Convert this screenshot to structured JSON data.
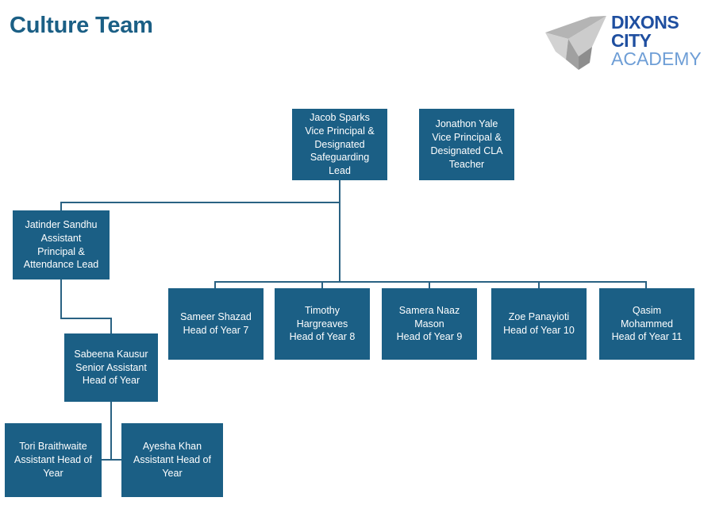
{
  "page": {
    "title": "Culture Team",
    "title_color": "#1b5f85",
    "background_color": "#ffffff"
  },
  "logo": {
    "mark_name": "dixons-city-academy-arrow-mark",
    "line1": "DIXONS",
    "line2": "CITY",
    "line3": "ACADEMY",
    "primary_color": "#1f4fa0",
    "secondary_color": "#6e9ed6",
    "mark_color": "#9a9a9a"
  },
  "chart_data": {
    "type": "org-chart",
    "node_color": "#1b5f85",
    "connector_color": "#2a6283",
    "text_color": "#ffffff",
    "nodes": [
      {
        "id": "jacob-sparks",
        "name": "Jacob Sparks",
        "role": "Vice Principal & Designated Safeguarding Lead",
        "text": "Jacob Sparks\nVice Principal &\nDesignated\nSafeguarding\nLead",
        "level": 1
      },
      {
        "id": "jonathon-yale",
        "name": "Jonathon Yale",
        "role": "Vice Principal & Designated CLA Teacher",
        "text": "Jonathon Yale\nVice Principal &\nDesignated CLA\nTeacher",
        "level": 1
      },
      {
        "id": "jatinder-sandhu",
        "name": "Jatinder Sandhu",
        "role": "Assistant Principal & Attendance Lead",
        "text": "Jatinder Sandhu\nAssistant\nPrincipal &\nAttendance Lead",
        "level": 2,
        "parent": "jacob-sparks"
      },
      {
        "id": "sameer-shazad",
        "name": "Sameer Shazad",
        "role": "Head of Year 7",
        "text": "Sameer Shazad\nHead of Year 7",
        "level": 3,
        "parent": "jacob-sparks"
      },
      {
        "id": "timothy-hargreaves",
        "name": "Timothy Hargreaves",
        "role": "Head of Year 8",
        "text": "Timothy\nHargreaves\nHead of Year 8",
        "level": 3,
        "parent": "jacob-sparks"
      },
      {
        "id": "samera-naaz-mason",
        "name": "Samera Naaz Mason",
        "role": "Head of Year 9",
        "text": "Samera Naaz\nMason\nHead of Year 9",
        "level": 3,
        "parent": "jacob-sparks"
      },
      {
        "id": "zoe-panayioti",
        "name": "Zoe Panayioti",
        "role": "Head of Year 10",
        "text": "Zoe Panayioti\nHead of Year 10",
        "level": 3,
        "parent": "jacob-sparks"
      },
      {
        "id": "qasim-mohammed",
        "name": "Qasim Mohammed",
        "role": "Head of Year 11",
        "text": "Qasim\nMohammed\nHead of Year 11",
        "level": 3,
        "parent": "jacob-sparks"
      },
      {
        "id": "sabeena-kausur",
        "name": "Sabeena Kausur",
        "role": "Senior Assistant Head of Year",
        "text": "Sabeena Kausur\nSenior Assistant\nHead of Year",
        "level": 3,
        "parent": "jatinder-sandhu"
      },
      {
        "id": "tori-braithwaite",
        "name": "Tori Braithwaite",
        "role": "Assistant Head of Year",
        "text": "Tori Braithwaite\nAssistant Head of\nYear",
        "level": 4,
        "parent": "sabeena-kausur"
      },
      {
        "id": "ayesha-khan",
        "name": "Ayesha Khan",
        "role": "Assistant Head of Year",
        "text": "Ayesha Khan\nAssistant Head of\nYear",
        "level": 4,
        "parent": "sabeena-kausur"
      }
    ]
  }
}
